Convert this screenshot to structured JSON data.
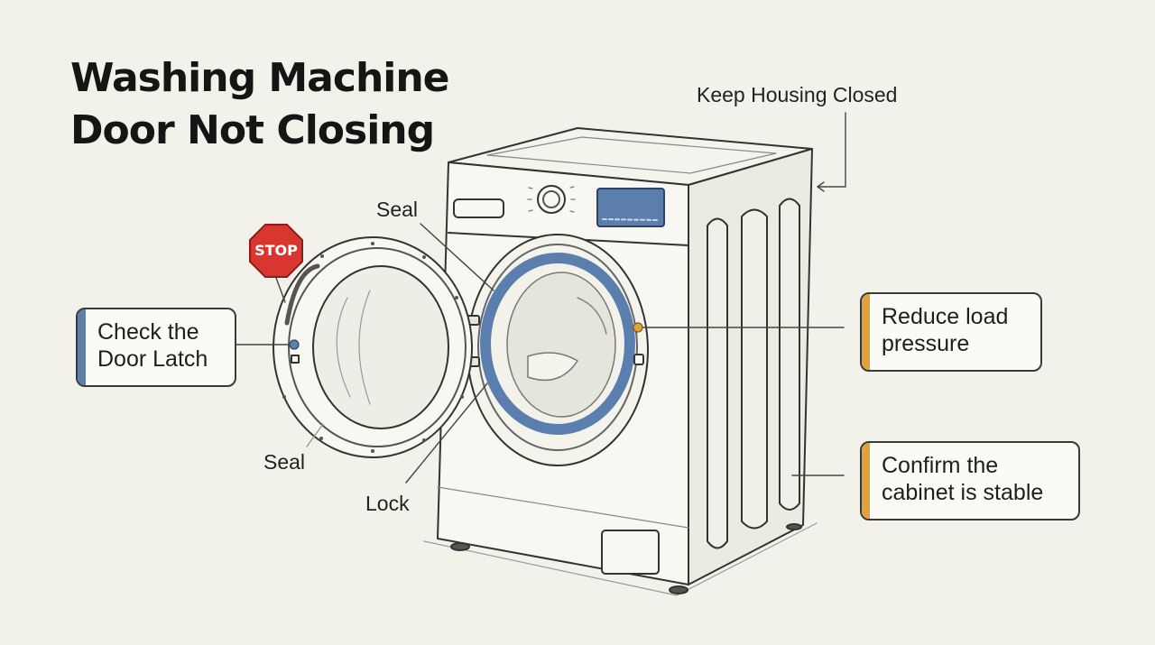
{
  "title": {
    "line1": "Washing Machine",
    "line2": "Door Not Closing"
  },
  "labels": {
    "keep_housing": "Keep Housing Closed",
    "seal_top": "Seal",
    "seal_bottom": "Seal",
    "lock": "Lock"
  },
  "stop_sign": {
    "text": "STOP",
    "color": "#d9362f"
  },
  "callouts": {
    "door_latch": {
      "lines": [
        "Check the",
        "Door Latch"
      ],
      "accent": "#5e7fa8"
    },
    "load_pressure": {
      "lines": [
        "Reduce load",
        "pressure"
      ],
      "accent": "#e0a33c"
    },
    "cabinet": {
      "lines": [
        "Confirm the",
        "cabinet is stable"
      ],
      "accent": "#e0a33c"
    }
  },
  "colors": {
    "gasket": "#5a7fae",
    "display": "#5b7ead",
    "outline": "#333333",
    "background": "#f3f2ea"
  }
}
